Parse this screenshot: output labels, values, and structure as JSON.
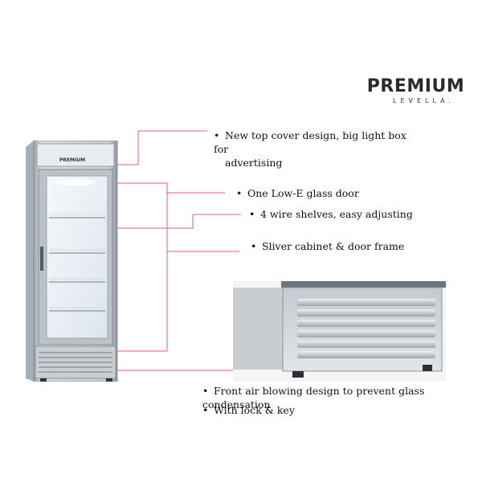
{
  "brand": {
    "name": "PREMIUM",
    "sub": "LEVELLA."
  },
  "fridge_label": "PREMIUM",
  "features": [
    {
      "id": "top-cover",
      "lines": [
        "New  top cover design, big light box for",
        "advertising"
      ]
    },
    {
      "id": "glass-door",
      "lines": [
        "One Low-E glass door"
      ]
    },
    {
      "id": "wire-shelves",
      "lines": [
        "4 wire shelves, easy adjusting"
      ]
    },
    {
      "id": "cabinet",
      "lines": [
        "Sliver cabinet & door frame"
      ]
    },
    {
      "id": "air-blowing",
      "lines": [
        "Front air blowing design to prevent glass condensation"
      ]
    },
    {
      "id": "lock",
      "lines": [
        "With lock & key"
      ]
    }
  ],
  "bullet": "•",
  "colors": {
    "callout": "#e8559a",
    "cabinet": "#c9cdd2",
    "glass": "#eef3f8"
  }
}
